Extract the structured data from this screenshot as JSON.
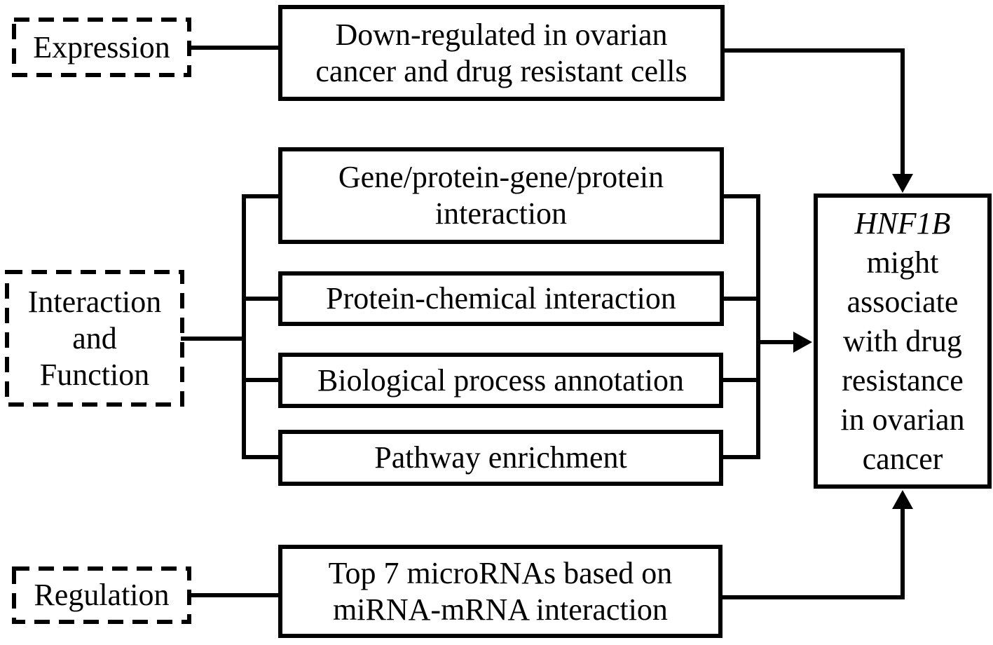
{
  "expression_group": {
    "category_label": "Expression",
    "finding_lines": [
      "Down-regulated in ovarian",
      "cancer and drug resistant cells"
    ]
  },
  "interaction_group": {
    "category_label_lines": [
      "Interaction",
      "and",
      "Function"
    ],
    "evidence": {
      "gene_protein_lines": [
        "Gene/protein-gene/protein",
        "interaction"
      ],
      "protein_chemical": "Protein-chemical interaction",
      "biological_process": "Biological process annotation",
      "pathway_enrichment": "Pathway enrichment"
    }
  },
  "regulation_group": {
    "category_label": "Regulation",
    "finding_lines": [
      "Top 7 microRNAs based on",
      "miRNA-mRNA interaction"
    ]
  },
  "conclusion_box": {
    "gene": "HNF1B",
    "lines": [
      "might",
      "associate",
      "with drug",
      "resistance",
      "in ovarian",
      "cancer"
    ]
  },
  "colors": {
    "ink": "#000000",
    "paper": "#ffffff"
  }
}
